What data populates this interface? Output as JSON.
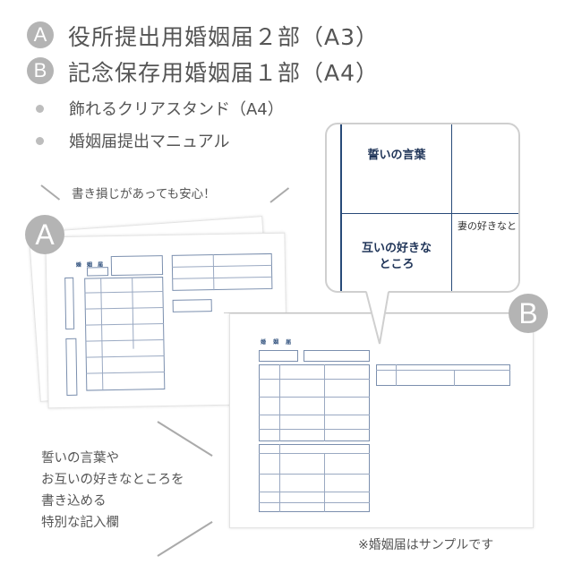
{
  "items": {
    "a": {
      "badge": "A",
      "label": "役所提出用婚姻届２部（A3）"
    },
    "b": {
      "badge": "B",
      "label": "記念保存用婚姻届１部（A4）"
    },
    "extras": [
      {
        "label": "飾れるクリアスタンド（A4）"
      },
      {
        "label": "婚姻届提出マニュアル"
      }
    ]
  },
  "callout": {
    "text": "書き損じがあっても安心！"
  },
  "sheets": {
    "a": {
      "badge": "A",
      "form_title": "婚 姻 届"
    },
    "b": {
      "badge": "B",
      "form_title": "婚 姻 届"
    }
  },
  "bubble": {
    "vow_label": "誓いの言葉",
    "likes_label_line1": "互いの好きな",
    "likes_label_line2": "ところ",
    "wife_likes_text": "妻の好きなと"
  },
  "description": {
    "lines": [
      "誓いの言葉や",
      "お互いの好きなところを",
      "書き込める",
      "特別な記入欄"
    ]
  },
  "note": "※婚姻届はサンプルです",
  "colors": {
    "badge": "#b4b4b4",
    "form_ink": "#284a78",
    "text": "#555555"
  }
}
